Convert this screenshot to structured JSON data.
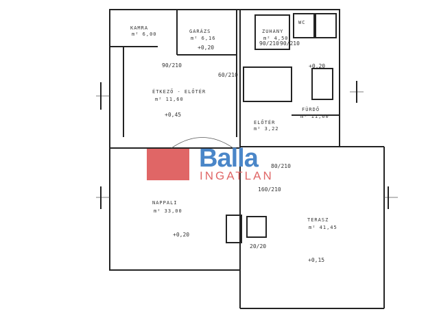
{
  "rooms": {
    "kamra": {
      "name": "KAMRA",
      "area": "m² 6,00"
    },
    "room2": {
      "name": "GARÁZS",
      "area": "m² 6,16"
    },
    "room3": {
      "name": "ZUHANY",
      "area": "m² 4,50"
    },
    "wc": {
      "name": "WC"
    },
    "etkezo": {
      "name": "ÉTKEZŐ - ELŐTÉR",
      "area": "m² 11,60"
    },
    "furdo": {
      "name": "FÜRDŐ",
      "area": "m² 11,60"
    },
    "eloter": {
      "name": "ELŐTÉR",
      "area": "m² 3,22"
    },
    "nappali": {
      "name": "NAPPALI",
      "area": "m² 33,00"
    },
    "terasz": {
      "name": "TERASZ",
      "area": "m² 41,45"
    }
  },
  "levels": [
    "+0,20",
    "+0,45",
    "+0,20",
    "+0,20",
    "+0,15"
  ],
  "dims": [
    "90/210",
    "60/210",
    "90/210",
    "90/210",
    "160/210",
    "80/210",
    "20/20"
  ],
  "watermark": {
    "brand": "Balla",
    "sub": "INGATLAN"
  }
}
